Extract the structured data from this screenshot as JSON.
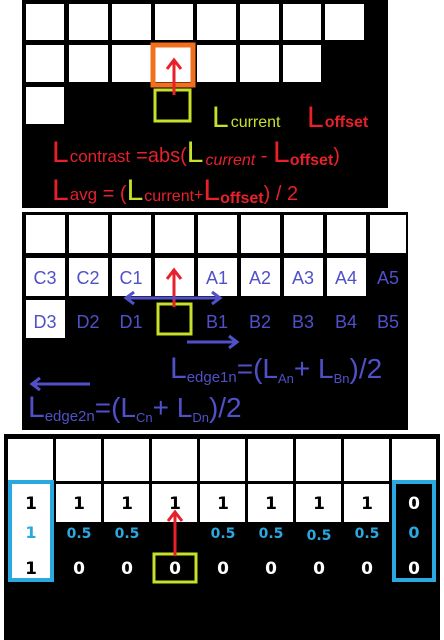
{
  "colors": {
    "orange": "#f07020",
    "yellow_green": "#c8e02a",
    "red": "#e8202a",
    "purple": "#5050c8",
    "cyan": "#2aa8e0",
    "black": "#000000",
    "white": "#ffffff"
  },
  "panel1": {
    "current_label": {
      "main": "L",
      "sub": "current"
    },
    "offset_label": {
      "main": "L",
      "sub": "offset"
    },
    "contrast_formula": {
      "lhs_main": "L",
      "lhs_sub": "contrast",
      "eq": "=abs(",
      "t1_main": "L",
      "t1_sub": "current",
      "minus": " - ",
      "t2_main": "L",
      "t2_sub": "offset",
      "close": ")"
    },
    "avg_formula": {
      "lhs_main": "L",
      "lhs_sub": "avg",
      "eq": " = (",
      "t1_main": "L",
      "t1_sub": "current",
      "plus": "+",
      "t2_main": "L",
      "t2_sub": "offset",
      "close": ") / 2"
    }
  },
  "panel2": {
    "row_labels_top": [
      "C3",
      "C2",
      "C1",
      "A1",
      "A2",
      "A3",
      "A4",
      "A5"
    ],
    "row_labels_bottom": [
      "D3",
      "D2",
      "D1",
      "B1",
      "B2",
      "B3",
      "B4",
      "B5"
    ],
    "edge1_formula": {
      "lhs_main": "L",
      "lhs_sub": "edge1n",
      "eq": "=(L",
      "a_sub": "An",
      "plus": "+ L",
      "b_sub": "Bn",
      "close": ")/2"
    },
    "edge2_formula": {
      "lhs_main": "L",
      "lhs_sub": "edge2n",
      "eq": "=(L",
      "a_sub": "Cn",
      "plus": "+ L",
      "b_sub": "Dn",
      "close": ")/2"
    }
  },
  "panel3": {
    "row_top": [
      "1",
      "1",
      "1",
      "1",
      "1",
      "1",
      "1",
      "1",
      "0"
    ],
    "row_mid": [
      "1",
      "0.5",
      "0.5",
      "",
      "0.5",
      "0.5",
      "0.5",
      "0.5",
      "0"
    ],
    "row_bottom": [
      "1",
      "0",
      "0",
      "0",
      "0",
      "0",
      "0",
      "0",
      "0"
    ]
  }
}
